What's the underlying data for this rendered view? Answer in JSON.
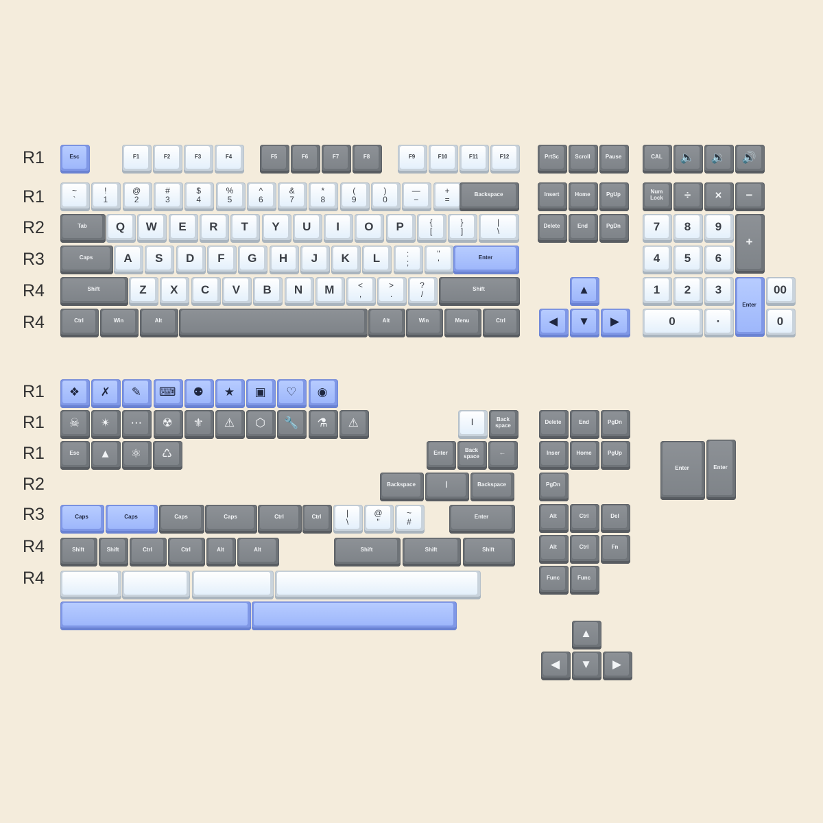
{
  "row_labels": [
    "R1",
    "R1",
    "R2",
    "R3",
    "R4",
    "R4",
    "R1",
    "R1",
    "R1",
    "R2",
    "R3",
    "R4",
    "R4"
  ],
  "fn_row": {
    "esc": "Esc",
    "f_keys": [
      "F1",
      "F2",
      "F3",
      "F4",
      "F5",
      "F6",
      "F7",
      "F8",
      "F9",
      "F10",
      "F11",
      "F12"
    ],
    "nav": [
      "PrtSc",
      "Scroll",
      "Pause"
    ],
    "media": [
      "CAL",
      "🔈",
      "🔉",
      "🔊"
    ]
  },
  "number_row": {
    "pairs": [
      [
        "~",
        "`"
      ],
      [
        "!",
        "1"
      ],
      [
        "@",
        "2"
      ],
      [
        "#",
        "3"
      ],
      [
        "$",
        "4"
      ],
      [
        "%",
        "5"
      ],
      [
        "^",
        "6"
      ],
      [
        "&",
        "7"
      ],
      [
        "*",
        "8"
      ],
      [
        "(",
        "9"
      ],
      [
        ")",
        "0"
      ],
      [
        "—",
        "−"
      ],
      [
        "+",
        "="
      ]
    ],
    "backspace": "Backspace",
    "nav": [
      "Insert",
      "Home",
      "PgUp"
    ],
    "numpad": [
      "Num Lock",
      "÷",
      "×",
      "−"
    ]
  },
  "qwerty_row": {
    "tab": "Tab",
    "letters": [
      "Q",
      "W",
      "E",
      "R",
      "T",
      "Y",
      "U",
      "I",
      "O",
      "P"
    ],
    "pairs": [
      [
        "{",
        "["
      ],
      [
        "}",
        "]"
      ],
      [
        "|",
        "\\"
      ]
    ],
    "nav": [
      "Delete",
      "End",
      "PgDn"
    ],
    "numpad": [
      "7",
      "8",
      "9",
      "+"
    ]
  },
  "home_row": {
    "caps": "Caps",
    "letters": [
      "A",
      "S",
      "D",
      "F",
      "G",
      "H",
      "J",
      "K",
      "L"
    ],
    "pairs": [
      [
        ":",
        ";"
      ],
      [
        "\"",
        "'"
      ]
    ],
    "enter": "Enter",
    "numpad": [
      "4",
      "5",
      "6"
    ]
  },
  "shift_row": {
    "left_shift": "Shift",
    "letters": [
      "Z",
      "X",
      "C",
      "V",
      "B",
      "N",
      "M"
    ],
    "pairs": [
      [
        "<",
        ","
      ],
      [
        ">",
        "."
      ],
      [
        "?",
        "/"
      ]
    ],
    "right_shift": "Shift",
    "arrow_up": "▲",
    "numpad": [
      "1",
      "2",
      "3",
      "Enter",
      "00"
    ]
  },
  "bottom_row": {
    "mods_left": [
      "Ctrl",
      "Win",
      "Alt"
    ],
    "mods_right": [
      "Alt",
      "Win",
      "Menu",
      "Ctrl"
    ],
    "arrows": [
      "◀",
      "▼",
      "▶"
    ],
    "numpad": [
      "0",
      "·",
      "0"
    ]
  },
  "extras_icons": [
    "❖",
    "✗",
    "✎",
    "⌨",
    "⚉",
    "★",
    "▣",
    "♡",
    "◉"
  ],
  "extras_icons2": [
    "☠",
    "✴",
    "⋯",
    "☢",
    "⚜",
    "⚠",
    "⬡",
    "🔧",
    "⚗",
    "⚠"
  ],
  "extras_row3": [
    "Esc",
    "▲",
    "⚛",
    "♺"
  ],
  "extras_right1": [
    "|",
    "Back space"
  ],
  "extras_right2": [
    "Enter",
    "Back space",
    "←"
  ],
  "extras_right3": [
    "Backspace",
    "|",
    "Backspace"
  ],
  "extras_r3": [
    "Caps",
    "Caps",
    "Caps",
    "Caps",
    "Ctrl",
    "Ctrl"
  ],
  "extras_r3_pairs": [
    [
      "|",
      "\\"
    ],
    [
      "@",
      "\""
    ],
    [
      "~",
      "#"
    ]
  ],
  "extras_r3_enter": "Enter",
  "extras_r4_left": [
    "Shift",
    "Shift",
    "Ctrl",
    "Ctrl",
    "Alt",
    "Alt"
  ],
  "extras_r4_right": [
    "Shift",
    "Shift",
    "Shift"
  ],
  "extras_nav1": [
    "Delete",
    "End",
    "PgDn"
  ],
  "extras_nav2": [
    "Inser",
    "Home",
    "PgUp"
  ],
  "extras_nav3": [
    "PgDn"
  ],
  "extras_nav4": [
    "Alt",
    "Ctrl",
    "Del"
  ],
  "extras_nav5": [
    "Alt",
    "Ctrl",
    "Fn"
  ],
  "extras_nav6": [
    "Func",
    "Func"
  ],
  "extras_enter": [
    "Enter",
    "Enter"
  ],
  "extras_arrows": [
    "▲",
    "◀",
    "▼",
    "▶"
  ],
  "colors": {
    "background": "#f4ecdc",
    "white_key": "#eaf3fd",
    "grey_key": "#84898e",
    "blue_key": "#a9c0fb"
  }
}
